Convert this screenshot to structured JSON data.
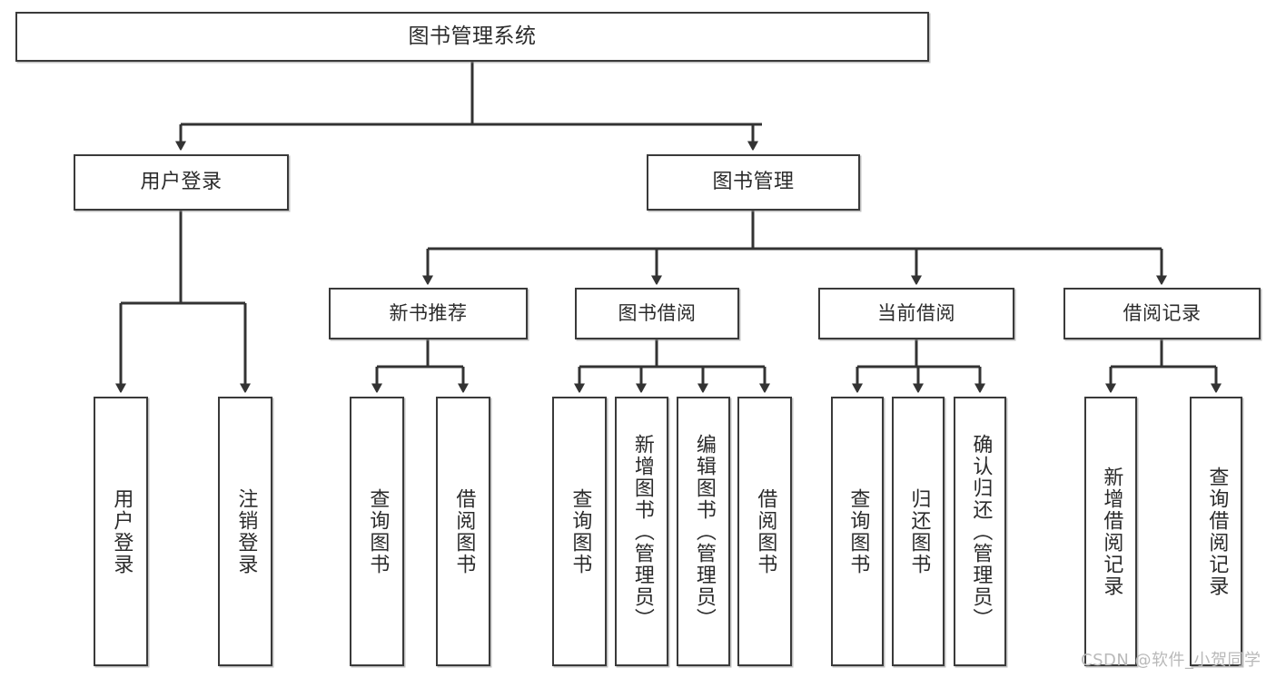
{
  "diagram": {
    "type": "tree-hierarchy-chart",
    "title": "图书管理系统",
    "watermark": "CSDN @软件_小贺同学",
    "colors": {
      "box_border": "#3a3a3a",
      "box_fill": "#ffffff",
      "connector": "#333333",
      "text": "#2b2b2b",
      "watermark": "#b9b9b9",
      "background": "#ffffff"
    },
    "nodes": {
      "root": {
        "label": "图书管理系统",
        "level": 1
      },
      "level2": [
        {
          "id": "user-login",
          "label": "用户登录"
        },
        {
          "id": "book-manage",
          "label": "图书管理"
        }
      ],
      "level3": [
        {
          "id": "new-book-recommend",
          "label": "新书推荐"
        },
        {
          "id": "book-borrow",
          "label": "图书借阅"
        },
        {
          "id": "current-borrow",
          "label": "当前借阅"
        },
        {
          "id": "borrow-record",
          "label": "借阅记录"
        }
      ],
      "leaves": {
        "user_login": [
          {
            "id": "leaf-user-login",
            "label": "用户登录"
          },
          {
            "id": "leaf-logout-login",
            "label": "注销登录"
          }
        ],
        "new_book_recommend": [
          {
            "id": "leaf-query-book-1",
            "label": "查询图书"
          },
          {
            "id": "leaf-borrow-book-1",
            "label": "借阅图书"
          }
        ],
        "book_borrow": [
          {
            "id": "leaf-query-book-2",
            "label": "查询图书"
          },
          {
            "id": "leaf-add-book-admin",
            "label": "新增图书（管理员）"
          },
          {
            "id": "leaf-edit-book-admin",
            "label": "编辑图书（管理员）"
          },
          {
            "id": "leaf-borrow-book-2",
            "label": "借阅图书"
          }
        ],
        "current_borrow": [
          {
            "id": "leaf-query-book-3",
            "label": "查询图书"
          },
          {
            "id": "leaf-return-book",
            "label": "归还图书"
          },
          {
            "id": "leaf-confirm-return-admin",
            "label": "确认归还（管理员）"
          }
        ],
        "borrow_record": [
          {
            "id": "leaf-add-borrow-record",
            "label": "新增借阅记录"
          },
          {
            "id": "leaf-query-borrow-record",
            "label": "查询借阅记录"
          }
        ]
      }
    }
  }
}
